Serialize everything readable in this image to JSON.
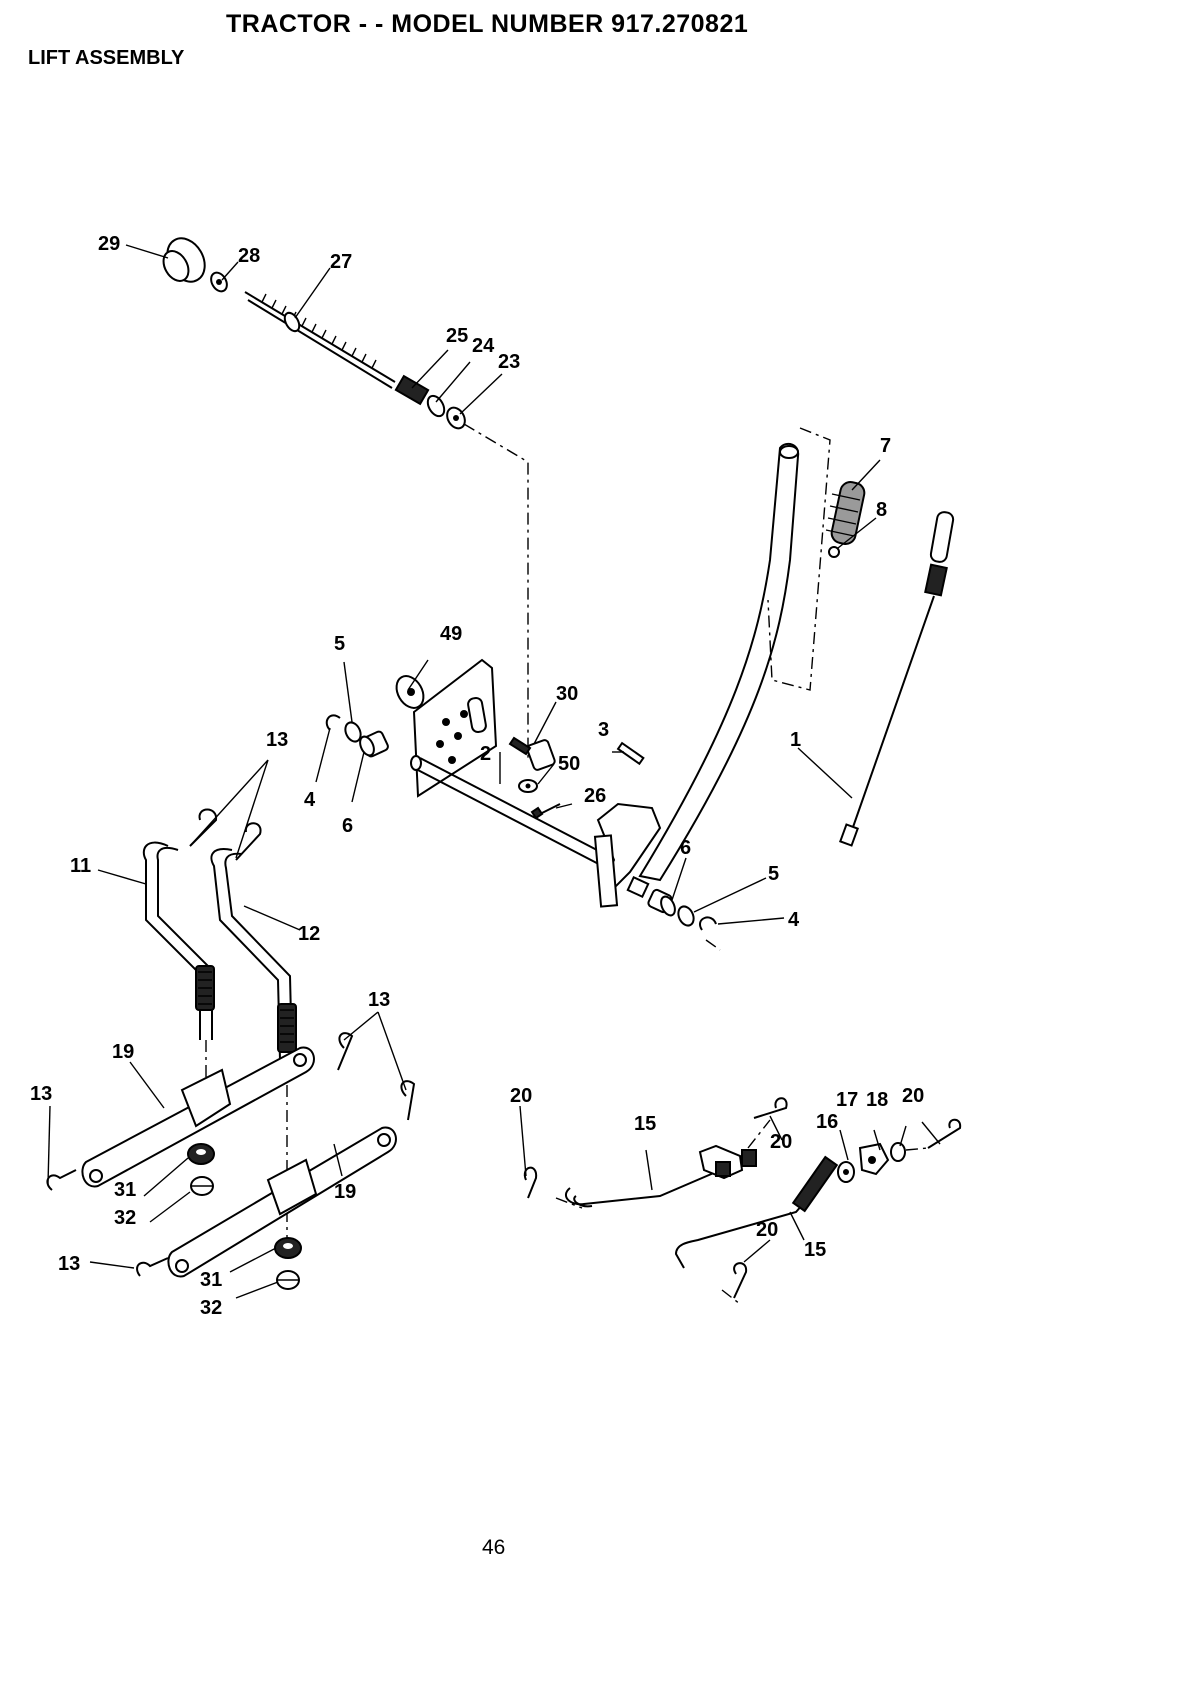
{
  "header": {
    "title": "TRACTOR - - MODEL NUMBER 917.270821",
    "subtitle": "LIFT ASSEMBLY"
  },
  "callouts": {
    "c1": "1",
    "c2": "2",
    "c3": "3",
    "c4a": "4",
    "c4b": "4",
    "c5a": "5",
    "c5b": "5",
    "c6a": "6",
    "c6b": "6",
    "c7": "7",
    "c8": "8",
    "c11": "11",
    "c12": "12",
    "c13a": "13",
    "c13b": "13",
    "c13c": "13",
    "c13d": "13",
    "c15a": "15",
    "c15b": "15",
    "c16": "16",
    "c17": "17",
    "c18": "18",
    "c19a": "19",
    "c19b": "19",
    "c20a": "20",
    "c20b": "20",
    "c20c": "20",
    "c20d": "20",
    "c23": "23",
    "c24": "24",
    "c25": "25",
    "c26": "26",
    "c27": "27",
    "c28": "28",
    "c29": "29",
    "c30": "30",
    "c31a": "31",
    "c31b": "31",
    "c32a": "32",
    "c32b": "32",
    "c49": "49",
    "c50": "50"
  },
  "footer": {
    "page_number": "46"
  }
}
